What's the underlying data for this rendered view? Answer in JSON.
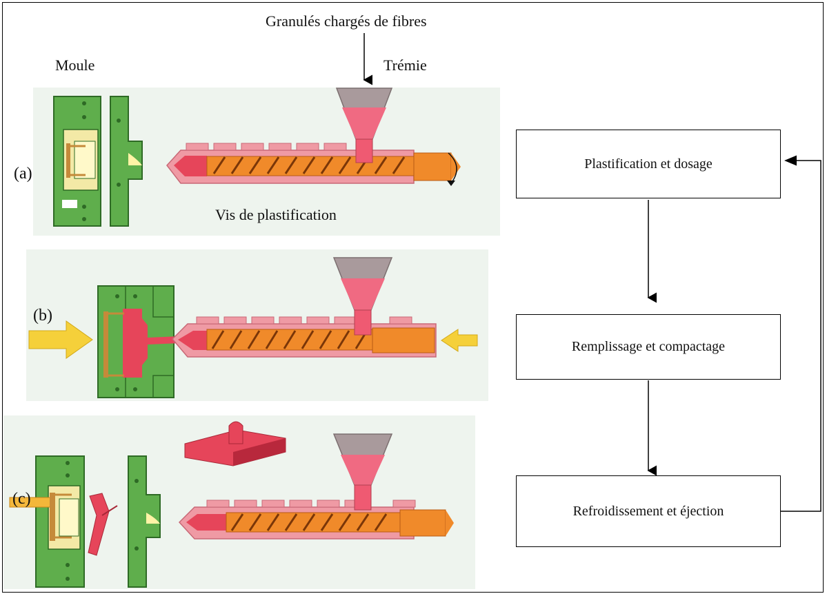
{
  "labels": {
    "top_input": "Granulés chargés de fibres",
    "mould": "Moule",
    "hopper": "Trémie",
    "screw": "Vis de plastification",
    "stage_a": "(a)",
    "stage_b": "(b)",
    "stage_c": "(c)"
  },
  "flow": {
    "steps": [
      "Plastification et dosage",
      "Remplissage et compactage",
      "Refroidissement et éjection"
    ]
  },
  "colors": {
    "mould_green": "#5fae4c",
    "mould_dark": "#2e6a25",
    "barrel_pink": "#ef9aa4",
    "melt_red": "#e6455a",
    "screw_orange": "#f08a2a",
    "hopper_grey": "#a99a9c",
    "force_yellow": "#f5d03a"
  }
}
